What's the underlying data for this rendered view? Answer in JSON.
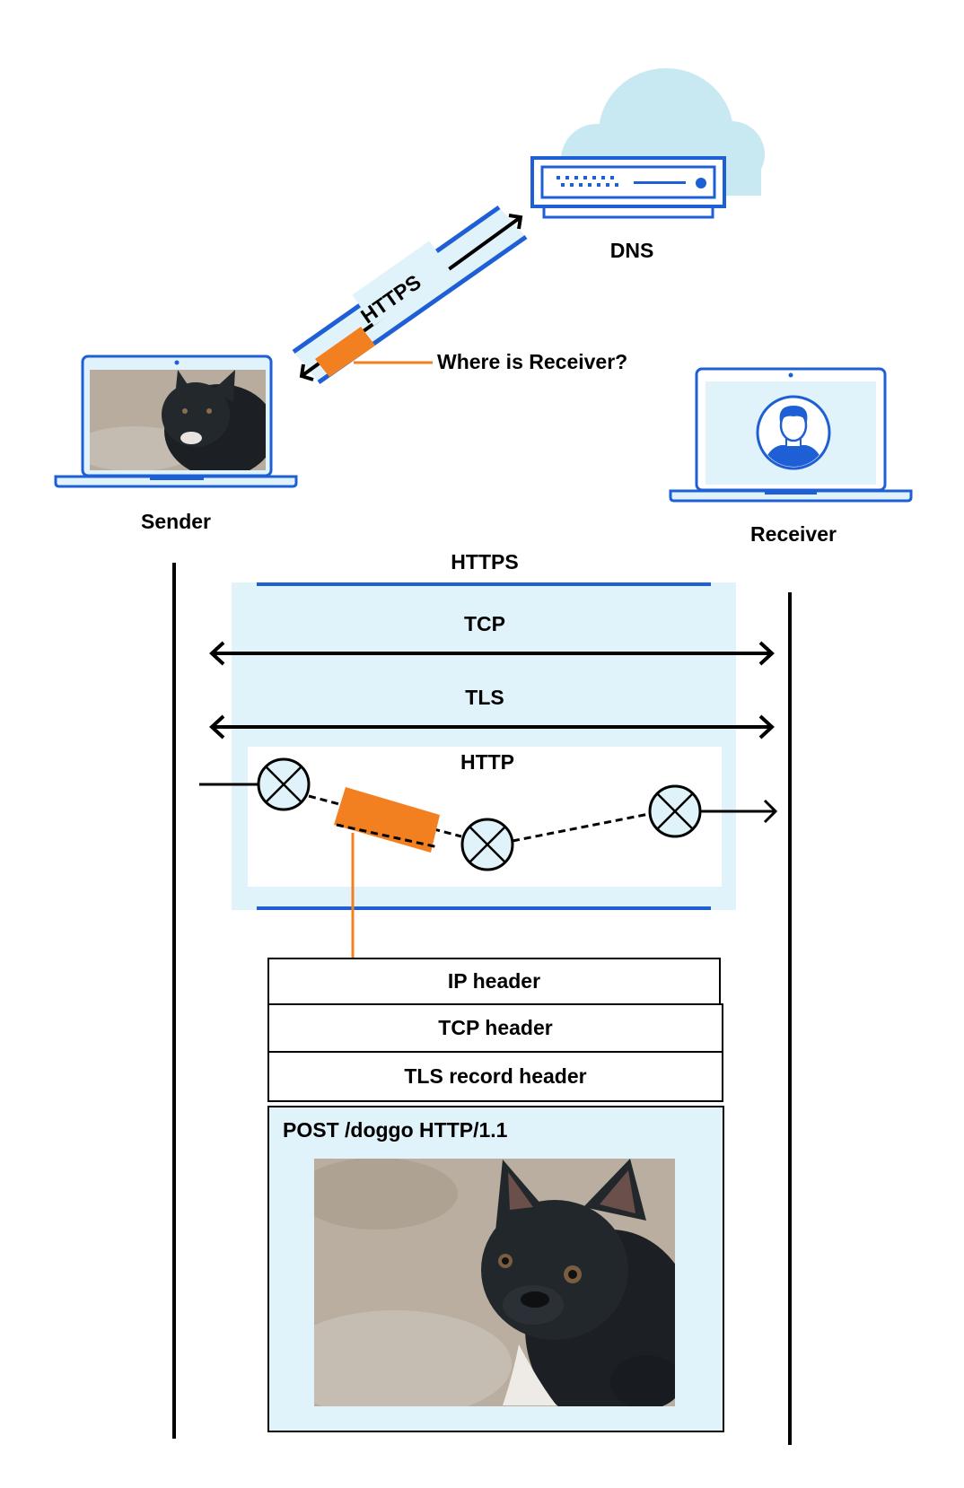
{
  "top": {
    "dns_label": "DNS",
    "sender_label": "Sender",
    "receiver_label": "Receiver",
    "tunnel_label": "HTTPS",
    "query_label": "Where is Receiver?"
  },
  "stack": {
    "https_label": "HTTPS",
    "tcp_label": "TCP",
    "tls_label": "TLS",
    "http_label": "HTTP"
  },
  "packet": {
    "ip_header": "IP header",
    "tcp_header": "TCP header",
    "tls_header": "TLS record header",
    "request_line": "POST /doggo HTTP/1.1"
  },
  "colors": {
    "blue": "#1f5fd6",
    "light_blue": "#e1f3fa",
    "cloud": "#c9e9f2",
    "orange": "#f38020",
    "black": "#000000"
  },
  "icons": [
    "cloud-icon",
    "dns-server-icon",
    "laptop-icon",
    "user-avatar-icon",
    "dog-photo-image",
    "router-node-icon"
  ]
}
